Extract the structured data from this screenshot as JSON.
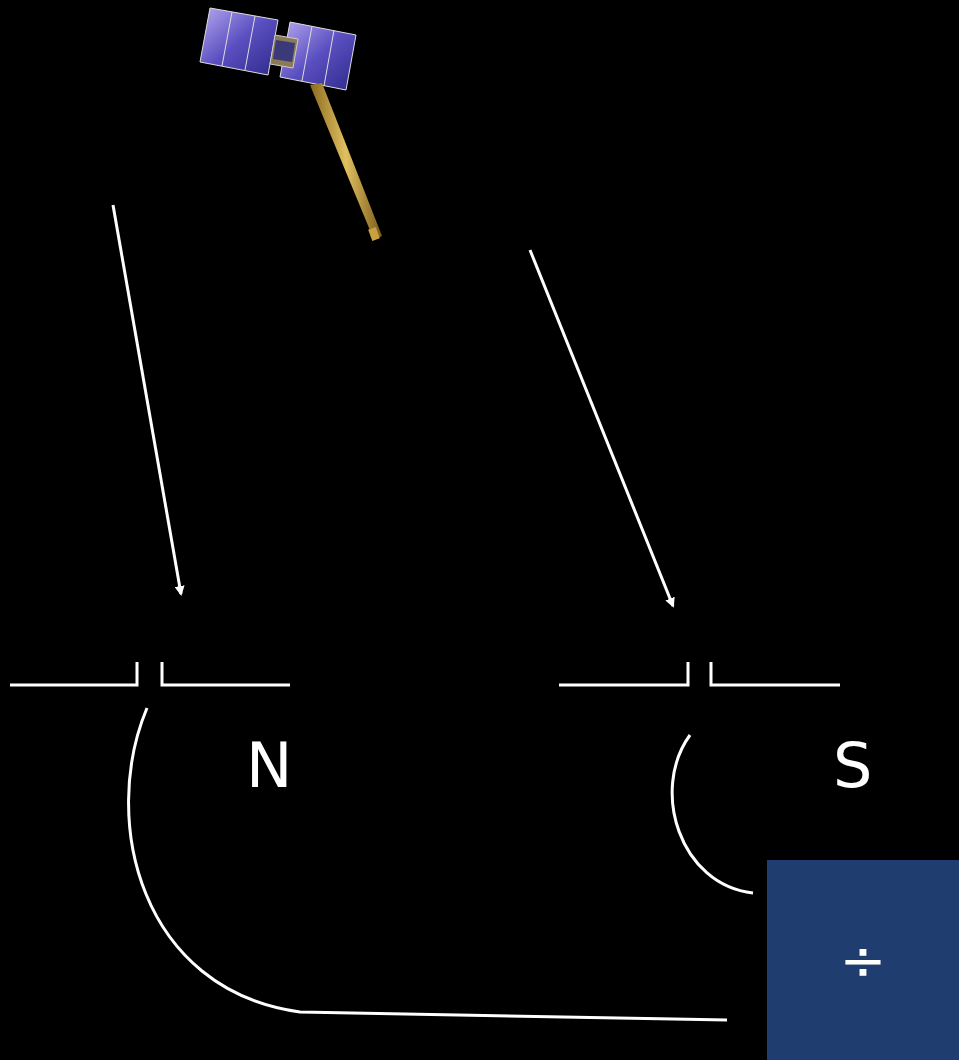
{
  "diagram": {
    "nodes": [
      {
        "text": [
          "÷"
        ]
      }
    ],
    "labels": [
      "N",
      "S"
    ]
  }
}
